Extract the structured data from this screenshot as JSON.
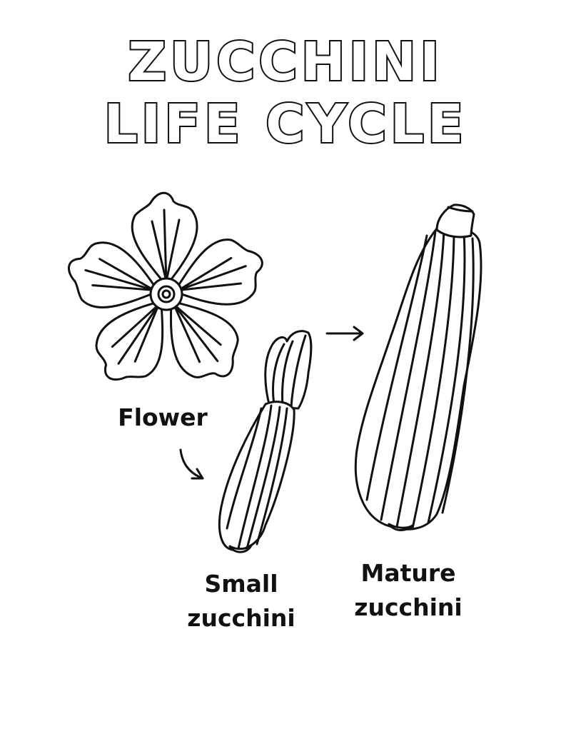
{
  "title": {
    "line1": "ZUCCHINI",
    "line2": "LIFE CYCLE"
  },
  "stages": [
    {
      "label_lines": [
        "Flower"
      ],
      "icon": "zucchini-flower-icon"
    },
    {
      "label_lines": [
        "Small",
        "zucchini"
      ],
      "icon": "small-zucchini-icon"
    },
    {
      "label_lines": [
        "Mature",
        "zucchini"
      ],
      "icon": "mature-zucchini-icon"
    }
  ],
  "colors": {
    "line": "#111111",
    "background": "#ffffff"
  }
}
